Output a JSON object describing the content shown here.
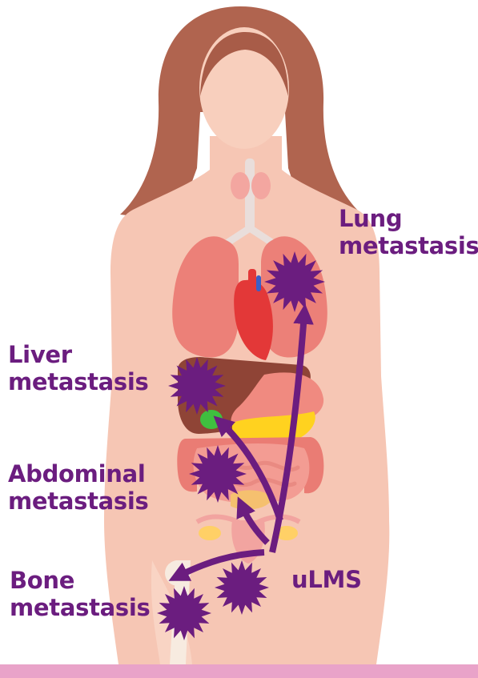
{
  "labels": {
    "lung": {
      "line1": "Lung",
      "line2": "metastasis"
    },
    "liver": {
      "line1": "Liver",
      "line2": "metastasis"
    },
    "abdominal": {
      "line1": "Abdominal",
      "line2": "metastasis"
    },
    "bone": {
      "line1": "Bone",
      "line2": "metastasis"
    },
    "primary": "uLMS"
  },
  "colors": {
    "accent": "#6b1d7f",
    "skin": "#f6c6b4",
    "hair": "#b0644f",
    "lung": "#ec8078",
    "liver": "#8f4436",
    "gallbladder": "#3fbf3f",
    "pancreas": "#ffd21f",
    "heart": "#e33838",
    "bar": "#e9a3c9"
  }
}
